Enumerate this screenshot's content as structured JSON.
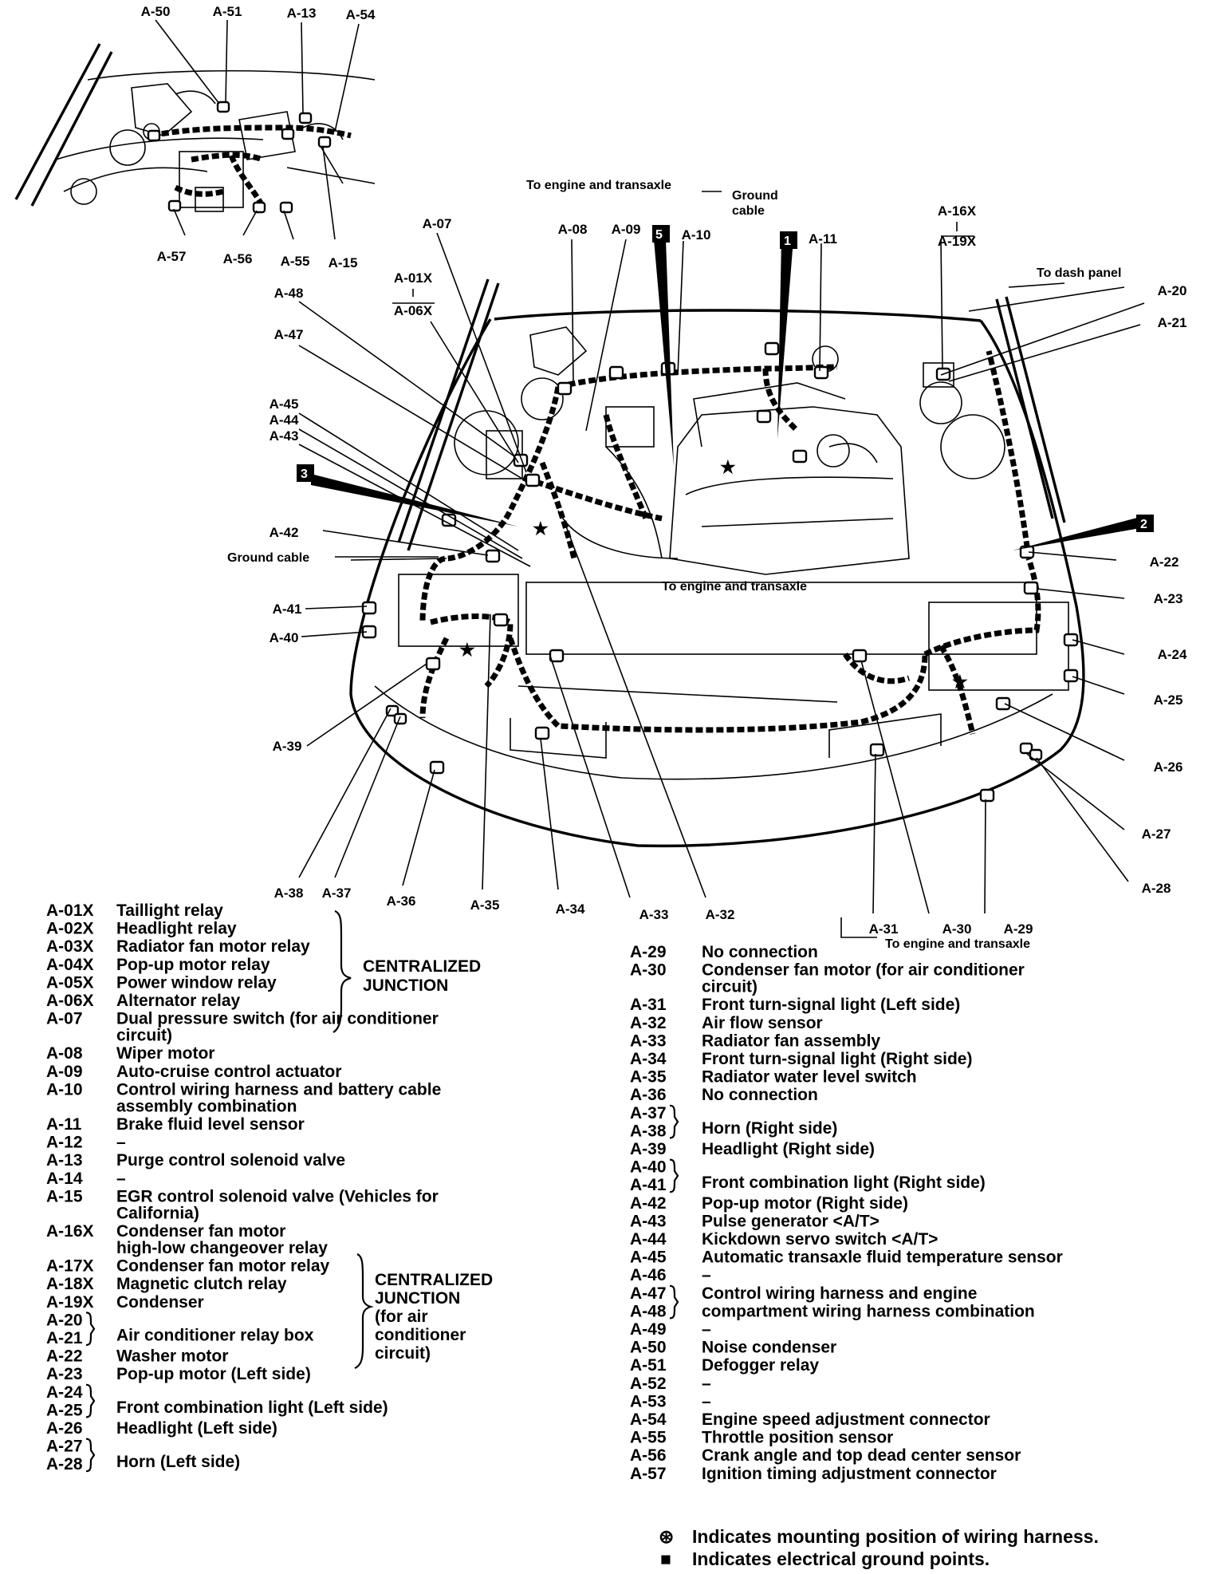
{
  "callouts": [
    {
      "id": "A-50",
      "text": "A-50"
    },
    {
      "id": "A-51",
      "text": "A-51"
    },
    {
      "id": "A-13",
      "text": "A-13"
    },
    {
      "id": "A-54",
      "text": "A-54"
    },
    {
      "id": "A-57",
      "text": "A-57"
    },
    {
      "id": "A-56",
      "text": "A-56"
    },
    {
      "id": "A-55",
      "text": "A-55"
    },
    {
      "id": "A-15",
      "text": "A-15"
    },
    {
      "id": "A-07",
      "text": "A-07"
    },
    {
      "id": "A-08",
      "text": "A-08"
    },
    {
      "id": "A-09",
      "text": "A-09"
    },
    {
      "id": "A-10",
      "text": "A-10"
    },
    {
      "id": "A-11",
      "text": "A-11"
    },
    {
      "id": "A-16X",
      "text": "A-16X"
    },
    {
      "id": "A-19X",
      "text": "A-19X"
    },
    {
      "id": "A-01X",
      "text": "A-01X"
    },
    {
      "id": "A-06X",
      "text": "A-06X"
    },
    {
      "id": "A-48",
      "text": "A-48"
    },
    {
      "id": "A-47",
      "text": "A-47"
    },
    {
      "id": "A-45",
      "text": "A-45"
    },
    {
      "id": "A-44",
      "text": "A-44"
    },
    {
      "id": "A-43",
      "text": "A-43"
    },
    {
      "id": "A-42",
      "text": "A-42"
    },
    {
      "id": "A-41",
      "text": "A-41"
    },
    {
      "id": "A-40",
      "text": "A-40"
    },
    {
      "id": "A-39",
      "text": "A-39"
    },
    {
      "id": "A-20",
      "text": "A-20"
    },
    {
      "id": "A-21",
      "text": "A-21"
    },
    {
      "id": "A-22",
      "text": "A-22"
    },
    {
      "id": "A-23",
      "text": "A-23"
    },
    {
      "id": "A-24",
      "text": "A-24"
    },
    {
      "id": "A-25",
      "text": "A-25"
    },
    {
      "id": "A-26",
      "text": "A-26"
    },
    {
      "id": "A-27",
      "text": "A-27"
    },
    {
      "id": "A-28",
      "text": "A-28"
    },
    {
      "id": "A-38",
      "text": "A-38"
    },
    {
      "id": "A-37",
      "text": "A-37"
    },
    {
      "id": "A-36",
      "text": "A-36"
    },
    {
      "id": "A-35",
      "text": "A-35"
    },
    {
      "id": "A-34",
      "text": "A-34"
    },
    {
      "id": "A-33",
      "text": "A-33"
    },
    {
      "id": "A-32",
      "text": "A-32"
    },
    {
      "id": "A-31",
      "text": "A-31"
    },
    {
      "id": "A-30",
      "text": "A-30"
    },
    {
      "id": "A-29",
      "text": "A-29"
    }
  ],
  "notes": {
    "to_engine_top": "To engine and transaxle",
    "ground_cable_top": "Ground",
    "ground_cable_top2": "cable",
    "to_dash_panel": "To dash panel",
    "ground_cable_left": "Ground cable",
    "to_engine_mid": "To engine and transaxle",
    "to_engine_bottom": "To engine and transaxle",
    "ground_mark_1": "1",
    "ground_mark_2": "2",
    "ground_mark_3": "3",
    "ground_mark_5": "5"
  },
  "legend_left": [
    {
      "code": "A-01X",
      "desc": "Taillight relay"
    },
    {
      "code": "A-02X",
      "desc": "Headlight relay"
    },
    {
      "code": "A-03X",
      "desc": "Radiator fan motor relay"
    },
    {
      "code": "A-04X",
      "desc": "Pop-up motor relay"
    },
    {
      "code": "A-05X",
      "desc": "Power window relay"
    },
    {
      "code": "A-06X",
      "desc": "Alternator relay"
    },
    {
      "code": "A-07",
      "desc": "Dual pressure switch (for air conditioner",
      "desc2": "circuit)"
    },
    {
      "code": "A-08",
      "desc": "Wiper motor"
    },
    {
      "code": "A-09",
      "desc": "Auto-cruise control actuator"
    },
    {
      "code": "A-10",
      "desc": "Control wiring harness and battery cable",
      "desc2": "assembly combination"
    },
    {
      "code": "A-11",
      "desc": "Brake fluid level sensor"
    },
    {
      "code": "A-12",
      "desc": "–"
    },
    {
      "code": "A-13",
      "desc": "Purge control solenoid valve"
    },
    {
      "code": "A-14",
      "desc": "–"
    },
    {
      "code": "A-15",
      "desc": "EGR control solenoid valve (Vehicles for",
      "desc2": "California)"
    },
    {
      "code": "A-16X",
      "desc": "Condenser fan motor",
      "desc2": "high-low changeover relay"
    },
    {
      "code": "A-17X",
      "desc": "Condenser fan motor relay"
    },
    {
      "code": "A-18X",
      "desc": "Magnetic clutch relay"
    },
    {
      "code": "A-19X",
      "desc": "Condenser"
    },
    {
      "code": "A-20",
      "desc": ""
    },
    {
      "code": "A-21",
      "desc": "Air conditioner relay box"
    },
    {
      "code": "A-22",
      "desc": "Washer motor"
    },
    {
      "code": "A-23",
      "desc": "Pop-up motor (Left side)"
    },
    {
      "code": "A-24",
      "desc": ""
    },
    {
      "code": "A-25",
      "desc": "Front combination light (Left side)"
    },
    {
      "code": "A-26",
      "desc": "Headlight (Left side)"
    },
    {
      "code": "A-27",
      "desc": ""
    },
    {
      "code": "A-28",
      "desc": "Horn (Left side)"
    }
  ],
  "legend_left_groups": {
    "cj1_line1": "CENTRALIZED",
    "cj1_line2": "JUNCTION",
    "cj2_line1": "CENTRALIZED",
    "cj2_line2": "JUNCTION",
    "cj2_line3": "(for air",
    "cj2_line4": "conditioner",
    "cj2_line5": "circuit)"
  },
  "legend_right": [
    {
      "code": "A-29",
      "desc": "No connection"
    },
    {
      "code": "A-30",
      "desc": "Condenser fan motor (for air conditioner",
      "desc2": "circuit)"
    },
    {
      "code": "A-31",
      "desc": "Front turn-signal light (Left side)"
    },
    {
      "code": "A-32",
      "desc": "Air flow sensor"
    },
    {
      "code": "A-33",
      "desc": "Radiator fan assembly"
    },
    {
      "code": "A-34",
      "desc": "Front turn-signal light (Right side)"
    },
    {
      "code": "A-35",
      "desc": "Radiator water level switch"
    },
    {
      "code": "A-36",
      "desc": "No connection"
    },
    {
      "code": "A-37",
      "desc": ""
    },
    {
      "code": "A-38",
      "desc": "Horn (Right side)"
    },
    {
      "code": "A-39",
      "desc": "Headlight (Right side)"
    },
    {
      "code": "A-40",
      "desc": ""
    },
    {
      "code": "A-41",
      "desc": "Front combination light (Right side)"
    },
    {
      "code": "A-42",
      "desc": "Pop-up motor (Right side)"
    },
    {
      "code": "A-43",
      "desc": "Pulse generator <A/T>"
    },
    {
      "code": "A-44",
      "desc": "Kickdown servo switch <A/T>"
    },
    {
      "code": "A-45",
      "desc": "Automatic transaxle fluid temperature sensor"
    },
    {
      "code": "A-46",
      "desc": "–"
    },
    {
      "code": "A-47",
      "desc": "Control wiring harness and engine"
    },
    {
      "code": "A-48",
      "desc": "compartment wiring harness combination"
    },
    {
      "code": "A-49",
      "desc": "–"
    },
    {
      "code": "A-50",
      "desc": "Noise condenser"
    },
    {
      "code": "A-51",
      "desc": "Defogger relay"
    },
    {
      "code": "A-52",
      "desc": "–"
    },
    {
      "code": "A-53",
      "desc": "–"
    },
    {
      "code": "A-54",
      "desc": "Engine speed adjustment connector"
    },
    {
      "code": "A-55",
      "desc": "Throttle position sensor"
    },
    {
      "code": "A-56",
      "desc": "Crank angle and top dead center sensor"
    },
    {
      "code": "A-57",
      "desc": "Ignition timing adjustment connector"
    }
  ],
  "footnotes": {
    "harness_symbol": "⊛",
    "harness_text": "Indicates mounting position of wiring harness.",
    "ground_symbol": "■",
    "ground_text": "Indicates electrical ground points."
  }
}
